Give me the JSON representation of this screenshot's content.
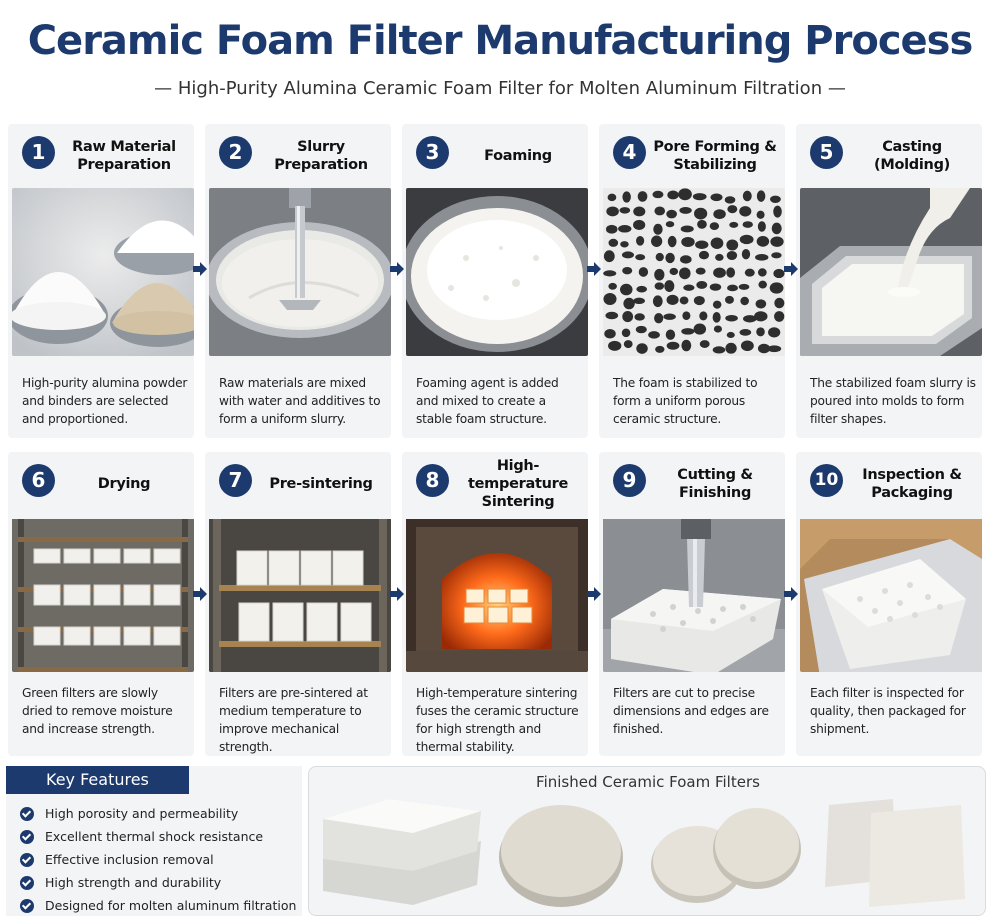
{
  "title": "Ceramic Foam Filter Manufacturing Process",
  "subtitle": "— High-Purity Alumina Ceramic Foam Filter for Molten Aluminum Filtration —",
  "steps": [
    {
      "num": "1",
      "title": "Raw Material Preparation",
      "desc": "High-purity alumina powder and binders are selected and proportioned."
    },
    {
      "num": "2",
      "title": "Slurry Preparation",
      "desc": "Raw materials are mixed with water and additives to form a uniform slurry."
    },
    {
      "num": "3",
      "title": "Foaming",
      "desc": "Foaming agent is added and mixed to create a stable foam structure."
    },
    {
      "num": "4",
      "title": "Pore Forming & Stabilizing",
      "desc": "The foam is stabilized to form a uniform porous ceramic structure."
    },
    {
      "num": "5",
      "title": "Casting (Molding)",
      "desc": "The stabilized foam slurry is poured into molds to form filter shapes."
    },
    {
      "num": "6",
      "title": "Drying",
      "desc": "Green filters are slowly dried to remove moisture and increase strength."
    },
    {
      "num": "7",
      "title": "Pre-sintering",
      "desc": "Filters are pre-sintered at medium temperature to improve mechanical strength."
    },
    {
      "num": "8",
      "title": "High-temperature Sintering",
      "desc": "High-temperature sintering fuses the ceramic structure for high strength and thermal stability."
    },
    {
      "num": "9",
      "title": "Cutting & Finishing",
      "desc": "Filters are cut to precise dimensions and edges are finished."
    },
    {
      "num": "10",
      "title": "Inspection & Packaging",
      "desc": "Each filter is inspected for quality, then packaged for shipment."
    }
  ],
  "features": {
    "title": "Key Features",
    "items": [
      "High porosity and permeability",
      "Excellent thermal shock resistance",
      "Effective inclusion removal",
      "High strength and durability",
      "Designed for molten aluminum filtration"
    ]
  },
  "finished": {
    "title": "Finished Ceramic Foam Filters"
  },
  "colors": {
    "accent": "#1d3a6e",
    "panel": "#f3f4f6",
    "kiln_glow": "#ff6a1a"
  },
  "icons": [
    "arrow-right-icon",
    "check-circle-icon"
  ]
}
